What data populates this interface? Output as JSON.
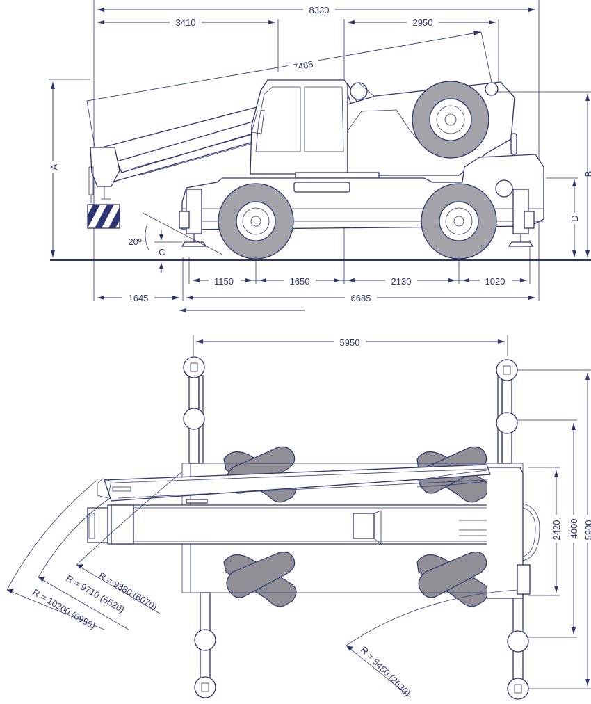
{
  "side_view": {
    "dim_overall": "8330",
    "dim_front_overhang": "3410",
    "dim_rear_to_sheave": "2950",
    "dim_boom": "7485",
    "dim_axle_front": "1150",
    "dim_wheelbase_front": "1650",
    "dim_wheelbase_rear": "2130",
    "dim_rear_overhang": "1020",
    "dim_boom_ahead": "1645",
    "dim_carrier_length": "6685",
    "label_a": "A",
    "label_b": "B",
    "label_c": "C",
    "label_d": "D",
    "angle": "20º"
  },
  "top_view": {
    "dim_outrigger_base": "5950",
    "dim_width_track": "2420",
    "dim_width_mid": "4000",
    "dim_width_full": "5900",
    "radius_1": "R = 10200 (6950)",
    "radius_2": "R = 9710 (6520)",
    "radius_3": "R = 9380 (6070)",
    "radius_tail": "R = 5450 (2630)"
  }
}
